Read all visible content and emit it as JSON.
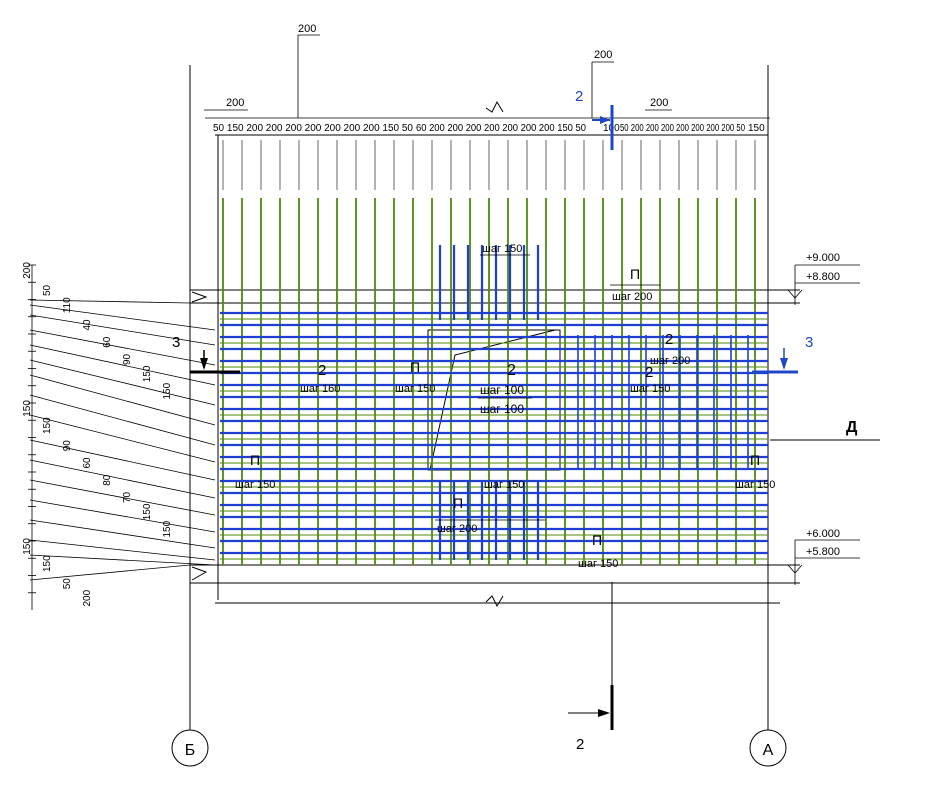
{
  "colors": {
    "line": "#000000",
    "green": "#4d8a0c",
    "blue": "#1f3fd0",
    "section_blue": "#1e46c8"
  },
  "top_dims": {
    "overall_top": "200",
    "second_top": "200",
    "left_top": "200",
    "right_top": "200",
    "left_row": "50 150 200 200 200 200 200 200 200 150 50",
    "mid_row": "60 200 200 200 200 200 200 200 150 50",
    "right_row": "50 200 200 200 200 200 200 200 50",
    "right_row_start": "100",
    "right_row_end": "150"
  },
  "levels": [
    {
      "label": "+9.000"
    },
    {
      "label": "+8.800"
    },
    {
      "label": "+6.000"
    },
    {
      "label": "+5.800"
    }
  ],
  "axes": {
    "left": "Б",
    "right": "А"
  },
  "row_label": "Д",
  "sections": {
    "top": "2",
    "bottom": "2",
    "right": "3",
    "left": "3"
  },
  "left_dims": [
    "200",
    "50",
    "110",
    "40",
    "60",
    "90",
    "150",
    "150",
    "150",
    "150",
    "90",
    "60",
    "80",
    "70",
    "150",
    "150",
    "150",
    "150",
    "50",
    "200"
  ],
  "marks": {
    "P": "П",
    "two": "2",
    "step150": "шаг 150",
    "step200": "шаг 200",
    "step100": "шаг 100",
    "step160": "шаг 160"
  }
}
